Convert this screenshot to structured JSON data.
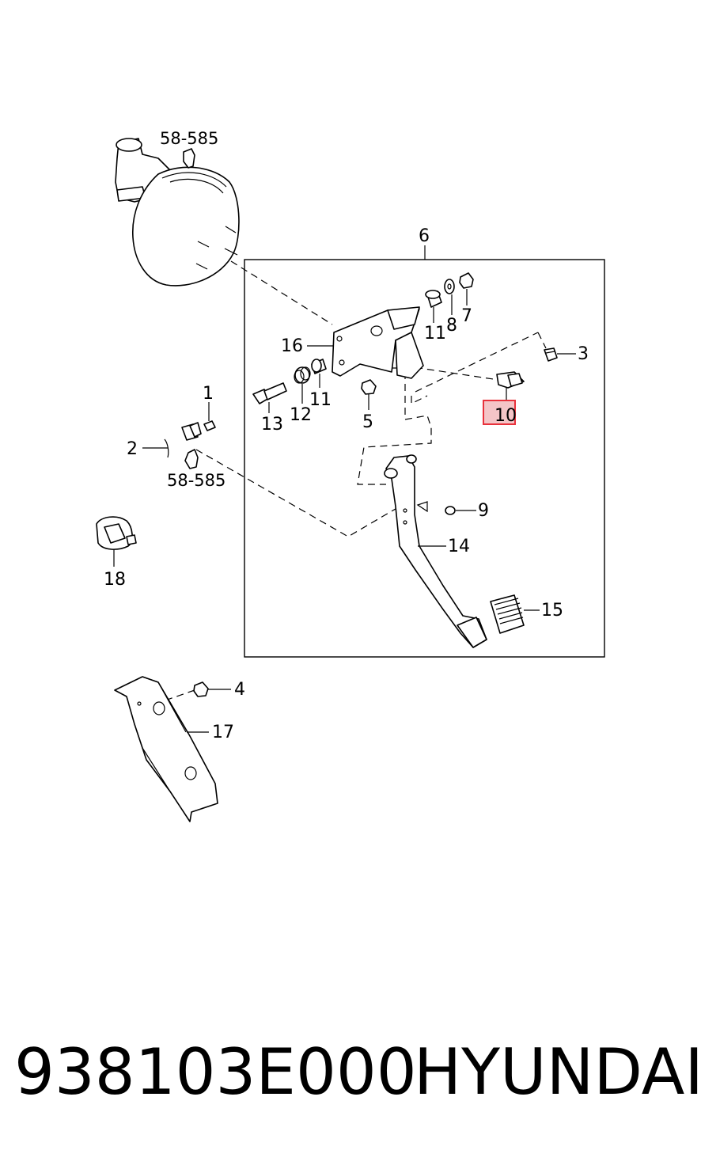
{
  "diagram": {
    "callouts": {
      "c1": "1",
      "c2": "2",
      "c3": "3",
      "c4": "4",
      "c5": "5",
      "c6": "6",
      "c7": "7",
      "c8": "8",
      "c9": "9",
      "c10": "10",
      "c11a": "11",
      "c11b": "11",
      "c12": "12",
      "c13": "13",
      "c14": "14",
      "c15": "15",
      "c16": "16",
      "c17": "17",
      "c18": "18",
      "ref_top": "58-585",
      "ref_bottom": "58-585"
    },
    "highlight_color": "#e8323c",
    "highlight_fill": "#f4c5c7"
  },
  "footer": {
    "part_number": "938103E000",
    "brand": "HYUNDAI"
  }
}
